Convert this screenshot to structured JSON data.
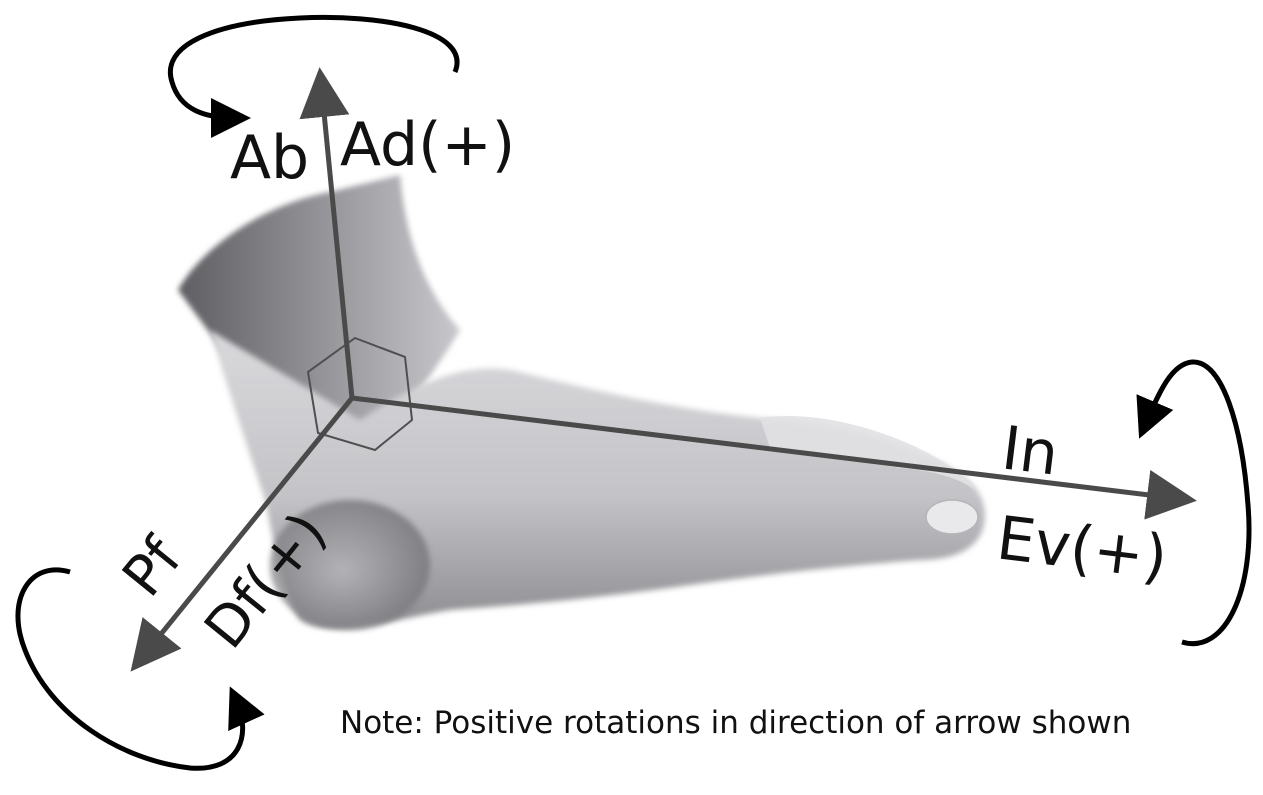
{
  "diagram": {
    "labels": {
      "vertical_left": "Ab",
      "vertical_right": "Ad(+)",
      "forward_top": "In",
      "forward_bottom": "Ev(+)",
      "lateral_outer": "Pf",
      "lateral_inner": "Df(+)"
    },
    "note": "Note: Positive rotations in direction of arrow shown",
    "colors": {
      "axis": "#4a4a4a",
      "rotation_arrow": "#000000",
      "text": "#111111",
      "background": "#ffffff",
      "foot": "#c9c9cb"
    },
    "icons": {
      "foot_image": "foot-illustration",
      "origin_marker": "hexagon-marker"
    }
  }
}
